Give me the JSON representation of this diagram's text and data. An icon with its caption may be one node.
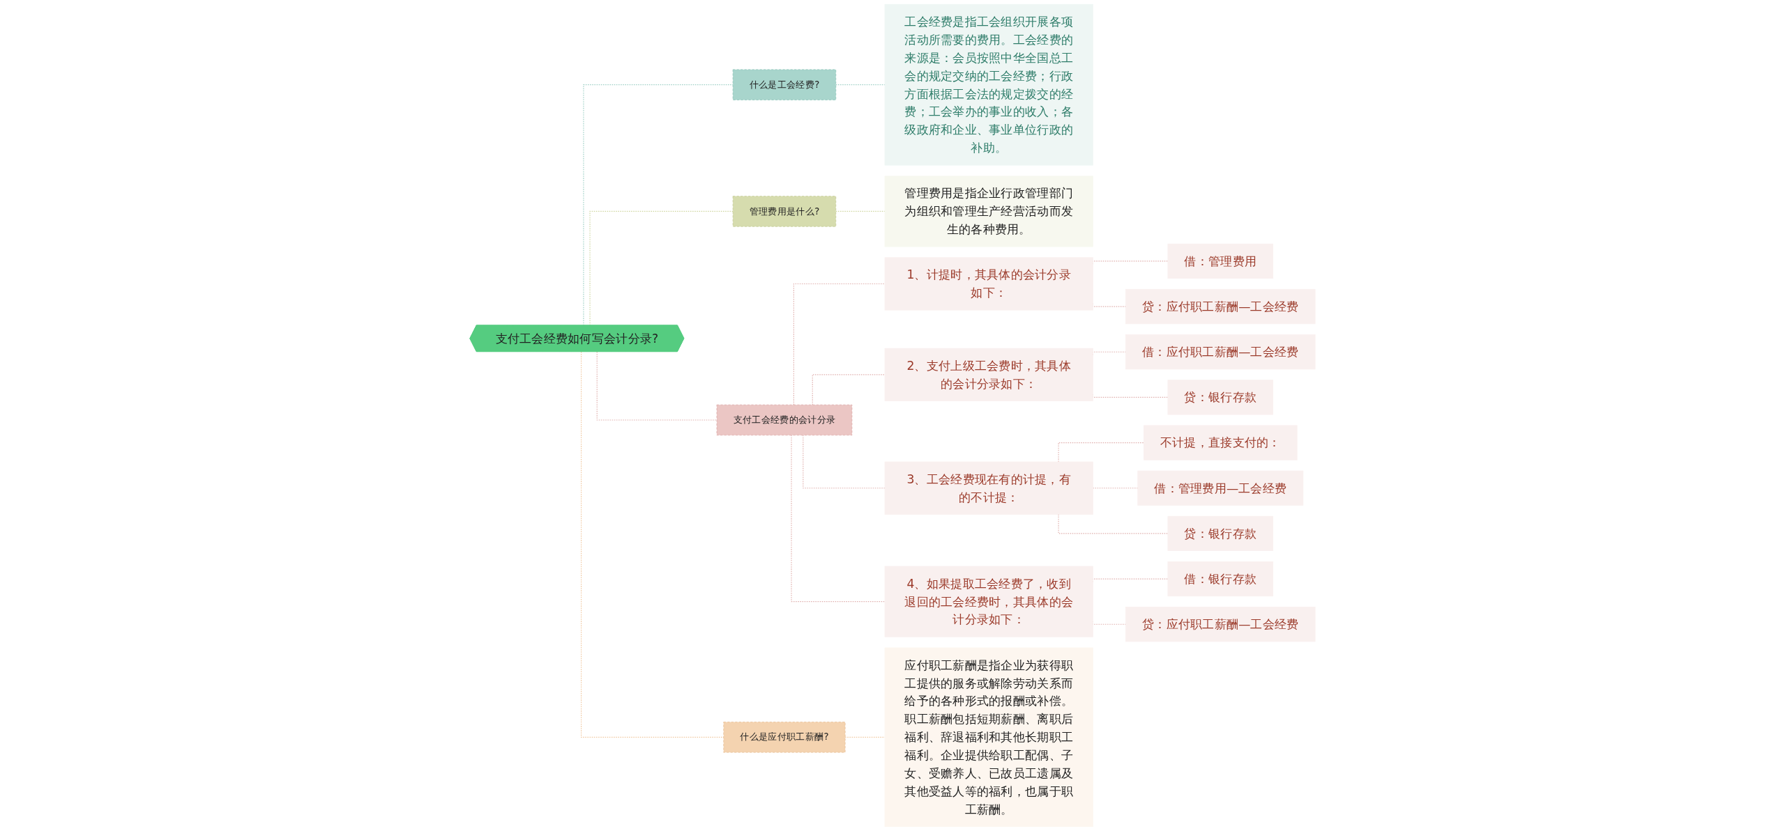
{
  "diagram": {
    "nodes": [
      {
        "text": [
          "支付工会经费如何写会计分录?"
        ]
      },
      {
        "text": [
          "什么是工会经费?"
        ]
      },
      {
        "text": [
          "工会经费是指工会组织开展各项活动所需要的费用。工会经费的来源是：会员按照中华全国总工会的规定交纳的工会经费；行政方面根据工会法的规定拨交的经费；工会举办的事业的收入；各级政府和企业、事业单位行政的补助。"
        ]
      },
      {
        "text": [
          "管理费用是什么?"
        ]
      },
      {
        "text": [
          "管理费用是指企业行政管理部门为组织和管理生产经营活动而发生的各种费用。"
        ]
      },
      {
        "text": [
          "支付工会经费的会计分录"
        ]
      },
      {
        "text": [
          "1、计提时，其具体的会计分录如下："
        ]
      },
      {
        "text": [
          "借：管理费用"
        ]
      },
      {
        "text": [
          "贷：应付职工薪酬—工会经费"
        ]
      },
      {
        "text": [
          "2、支付上级工会费时，其具体的会计分录如下："
        ]
      },
      {
        "text": [
          "借：应付职工薪酬—工会经费"
        ]
      },
      {
        "text": [
          "贷：银行存款"
        ]
      },
      {
        "text": [
          "3、工会经费现在有的计提，有的不计提："
        ]
      },
      {
        "text": [
          "不计提，直接支付的："
        ]
      },
      {
        "text": [
          "借：管理费用—工会经费"
        ]
      },
      {
        "text": [
          "贷：银行存款"
        ]
      },
      {
        "text": [
          "4、如果提取工会经费了，收到退回的工会经费时，其具体的会计分录如下："
        ]
      },
      {
        "text": [
          "借：银行存款"
        ]
      },
      {
        "text": [
          "贷：应付职工薪酬—工会经费"
        ]
      },
      {
        "text": [
          "什么是应付职工薪酬?"
        ]
      },
      {
        "text": [
          "应付职工薪酬是指企业为获得职工提供的服务或解除劳动关系而给予的各种形式的报酬或补偿。职工薪酬包括短期薪酬、离职后福利、辞退福利和其他长期职工福利。企业提供给职工配偶、子女、受赡养人、已故员工遗属及其他受益人等的福利，也属于职工薪酬。"
        ]
      }
    ],
    "edges": [
      {
        "from": 0,
        "to": 1,
        "arrow": "none",
        "style": "dashed",
        "color": "#9fd0c6"
      },
      {
        "from": 1,
        "to": 2,
        "arrow": "none",
        "style": "dashed",
        "color": "#9fd0c6"
      },
      {
        "from": 0,
        "to": 3,
        "arrow": "none",
        "style": "dashed",
        "color": "#cfd6a0"
      },
      {
        "from": 3,
        "to": 4,
        "arrow": "none",
        "style": "dashed",
        "color": "#cfd6a0"
      },
      {
        "from": 0,
        "to": 5,
        "arrow": "none",
        "style": "dashed"
      },
      {
        "from": 5,
        "to": 6,
        "arrow": "none",
        "style": "dashed"
      },
      {
        "from": 6,
        "to": 7,
        "arrow": "none",
        "style": "dashed"
      },
      {
        "from": 6,
        "to": 8,
        "arrow": "none",
        "style": "dashed"
      },
      {
        "from": 5,
        "to": 9,
        "arrow": "none",
        "style": "dashed"
      },
      {
        "from": 9,
        "to": 10,
        "arrow": "none",
        "style": "dashed"
      },
      {
        "from": 9,
        "to": 11,
        "arrow": "none",
        "style": "dashed"
      },
      {
        "from": 5,
        "to": 12,
        "arrow": "none",
        "style": "dashed"
      },
      {
        "from": 12,
        "to": 13,
        "arrow": "none",
        "style": "dashed"
      },
      {
        "from": 12,
        "to": 14,
        "arrow": "none",
        "style": "dashed"
      },
      {
        "from": 12,
        "to": 15,
        "arrow": "none",
        "style": "dashed"
      },
      {
        "from": 5,
        "to": 16,
        "arrow": "none",
        "style": "dashed"
      },
      {
        "from": 16,
        "to": 17,
        "arrow": "none",
        "style": "dashed"
      },
      {
        "from": 16,
        "to": 18,
        "arrow": "none",
        "style": "dashed"
      },
      {
        "from": 0,
        "to": 19,
        "arrow": "none",
        "style": "dashed",
        "color": "#f0c8a0"
      },
      {
        "from": 19,
        "to": 20,
        "arrow": "none",
        "style": "dashed",
        "color": "#f0c8a0"
      }
    ]
  }
}
